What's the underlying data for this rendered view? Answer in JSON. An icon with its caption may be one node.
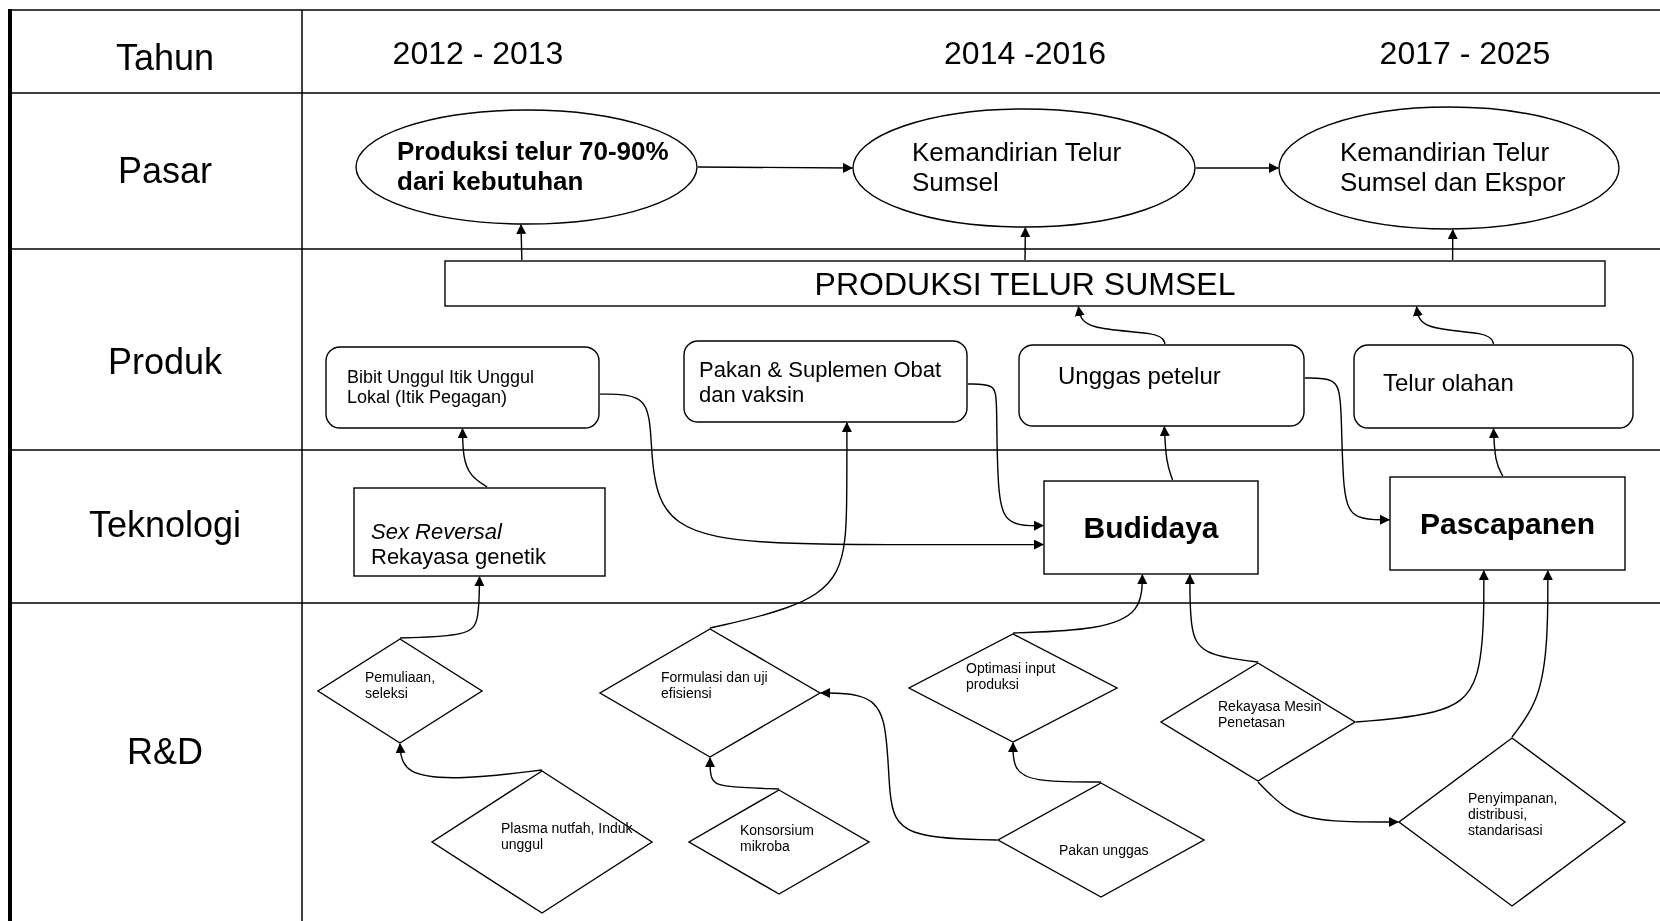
{
  "diagram": {
    "nodes": [
      {
        "text": [
          "Produksi  telur 70-90% dari kebutuhan"
        ]
      },
      {
        "text": [
          "Kemandirian Telur   Sumsel"
        ]
      },
      {
        "text": [
          "Kemandirian Telur  Sumsel dan Ekspor"
        ]
      },
      {
        "text": [
          "PRODUKSI TELUR SUMSEL"
        ]
      },
      {
        "text": [
          "Bibit Unggul Itik Unggul Lokal (Itik Pegagan)"
        ]
      },
      {
        "text": [
          "Pakan & Suplemen Obat dan vaksin"
        ]
      },
      {
        "text": [
          "Unggas petelur"
        ]
      },
      {
        "text": [
          "Telur  olahan"
        ]
      },
      {
        "text": [
          "*Sex Reversal* Rekayasa genetik"
        ]
      },
      {
        "text": [
          "Budidaya"
        ]
      },
      {
        "text": [
          "Pascapanen"
        ]
      },
      {
        "text": [
          "Pemuliaan, seleksi"
        ]
      },
      {
        "text": [
          "Formulasi dan uji efisiensi"
        ]
      },
      {
        "text": [
          "Optimasi input produksi"
        ]
      },
      {
        "text": [
          "Rekayasa Mesin Penetasan"
        ]
      },
      {
        "text": [
          "Plasma nutfah, Induk unggul"
        ]
      },
      {
        "text": [
          "Konsorsium mikroba"
        ]
      },
      {
        "text": [
          "Pakan unggas"
        ]
      },
      {
        "text": [
          "Penyimpanan, distribusi, standarisasi"
        ]
      }
    ],
    "edges": [
      {
        "from": 0,
        "to": 1,
        "arrow": "to"
      },
      {
        "from": 1,
        "to": 2,
        "arrow": "to"
      },
      {
        "from": 3,
        "to": 0,
        "arrow": "to"
      },
      {
        "from": 3,
        "to": 1,
        "arrow": "to"
      },
      {
        "from": 3,
        "to": 2,
        "arrow": "to"
      },
      {
        "from": 6,
        "to": 3,
        "arrow": "to"
      },
      {
        "from": 7,
        "to": 3,
        "arrow": "to"
      },
      {
        "from": 8,
        "to": 4,
        "arrow": "to"
      },
      {
        "from": 4,
        "to": 9,
        "arrow": "to"
      },
      {
        "from": 5,
        "to": 9,
        "arrow": "to"
      },
      {
        "from": 12,
        "to": 5,
        "arrow": "to"
      },
      {
        "from": 9,
        "to": 6,
        "arrow": "to"
      },
      {
        "from": 6,
        "to": 10,
        "arrow": "to"
      },
      {
        "from": 10,
        "to": 7,
        "arrow": "to"
      },
      {
        "from": 11,
        "to": 8,
        "arrow": "to"
      },
      {
        "from": 15,
        "to": 11,
        "arrow": "to"
      },
      {
        "from": 16,
        "to": 12,
        "arrow": "to"
      },
      {
        "from": 17,
        "to": 12,
        "arrow": "to"
      },
      {
        "from": 17,
        "to": 13,
        "arrow": "to"
      },
      {
        "from": 13,
        "to": 9,
        "arrow": "to"
      },
      {
        "from": 14,
        "to": 9,
        "arrow": "to"
      },
      {
        "from": 14,
        "to": 10,
        "arrow": "to"
      },
      {
        "from": 18,
        "to": 10,
        "arrow": "to"
      },
      {
        "from": 14,
        "to": 18,
        "arrow": "to"
      }
    ],
    "labels": [
      "Tahun",
      "2012 - 2013",
      "2014 -2016",
      "2017 - 2025",
      "Pasar",
      "Produk",
      "Teknologi",
      "R&D"
    ]
  }
}
